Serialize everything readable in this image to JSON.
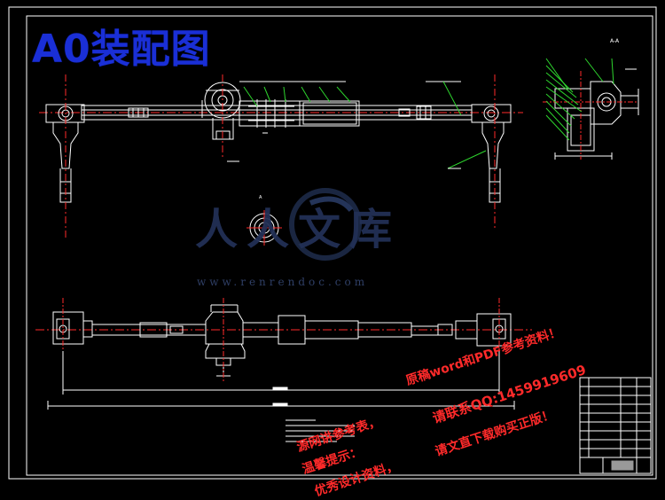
{
  "drawing": {
    "title": "A0装配图",
    "detail_label": "A-A",
    "section_label": "A"
  },
  "watermark": {
    "logo_text": "人人文库",
    "url": "www.renrendoc.com"
  },
  "promo": {
    "line1": "原稿word和PDF参考资料！",
    "line2": "请联系QQ:1459919609",
    "line3": "请文直下载购买正版！",
    "line4a": "源网讲参考表，",
    "line4b": "温馨提示：",
    "line4c": "优秀设计资料，"
  },
  "colors": {
    "background": "#000000",
    "line": "#ffffff",
    "centerline": "#ff2a2a",
    "leader": "#2ed62e",
    "title_blue": "#1a2fd6",
    "watermark": "#2f3f66",
    "promo_red": "#ff2a2a"
  }
}
